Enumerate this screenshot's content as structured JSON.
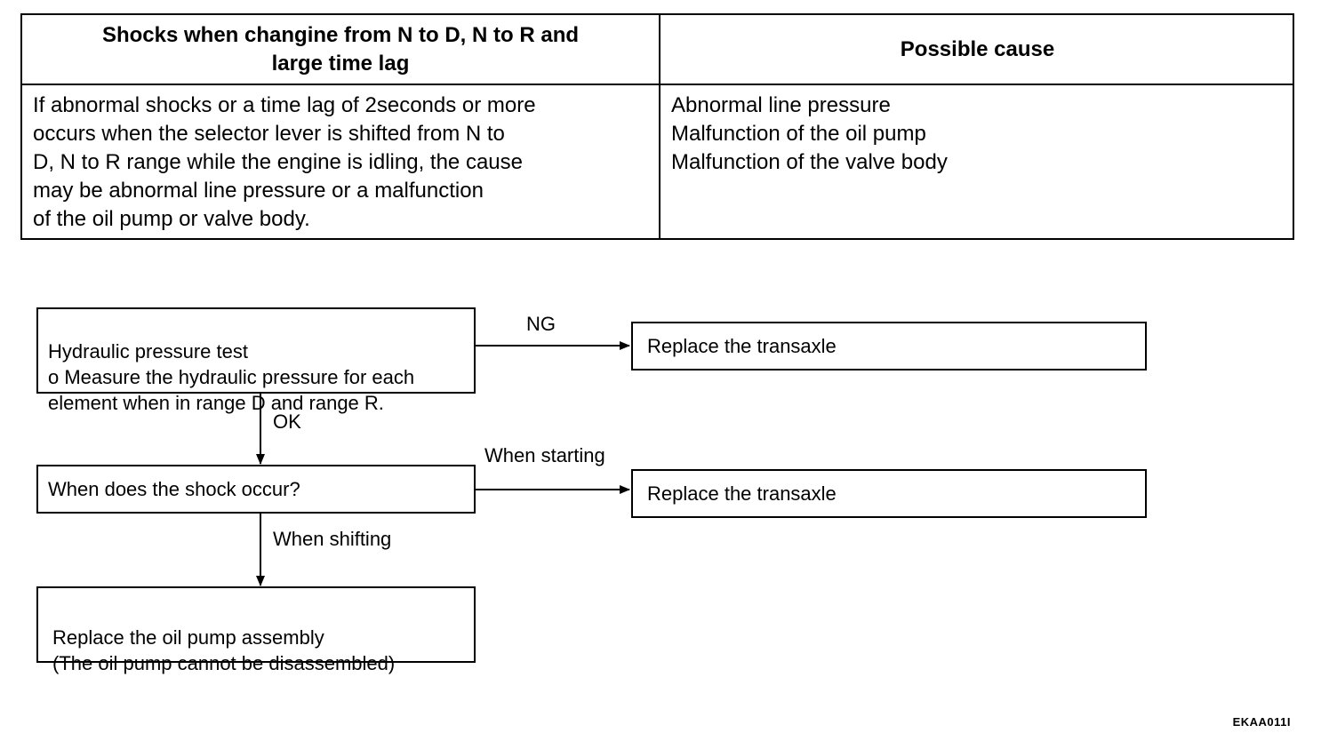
{
  "table": {
    "header_left": "Shocks when changine from N to D, N to R and large time lag",
    "header_right": "Possible cause",
    "body_left": "If abnormal shocks or a time lag of 2seconds or more\noccurs when the selector lever is shifted from N to\nD, N to R range while the engine is idling, the cause\nmay be abnormal line pressure or a malfunction\nof the oil pump or valve body.",
    "body_right": "Abnormal line pressure\nMalfunction of the oil pump\nMalfunction of the valve body"
  },
  "flow": {
    "hydraulic_test": "Hydraulic pressure test\no Measure the hydraulic pressure for each\nelement when in range D and range R.",
    "ng_label": "NG",
    "replace_transaxle_1": "Replace the transaxle",
    "ok_label": "OK",
    "when_shock": "When does the shock occur?",
    "when_starting_label": "When starting",
    "replace_transaxle_2": "Replace the transaxle",
    "when_shifting_label": "When shifting",
    "replace_oil_pump": "Replace the oil pump assembly\n(The oil pump cannot be disassembled)"
  },
  "figure_code": "EKAA011I"
}
